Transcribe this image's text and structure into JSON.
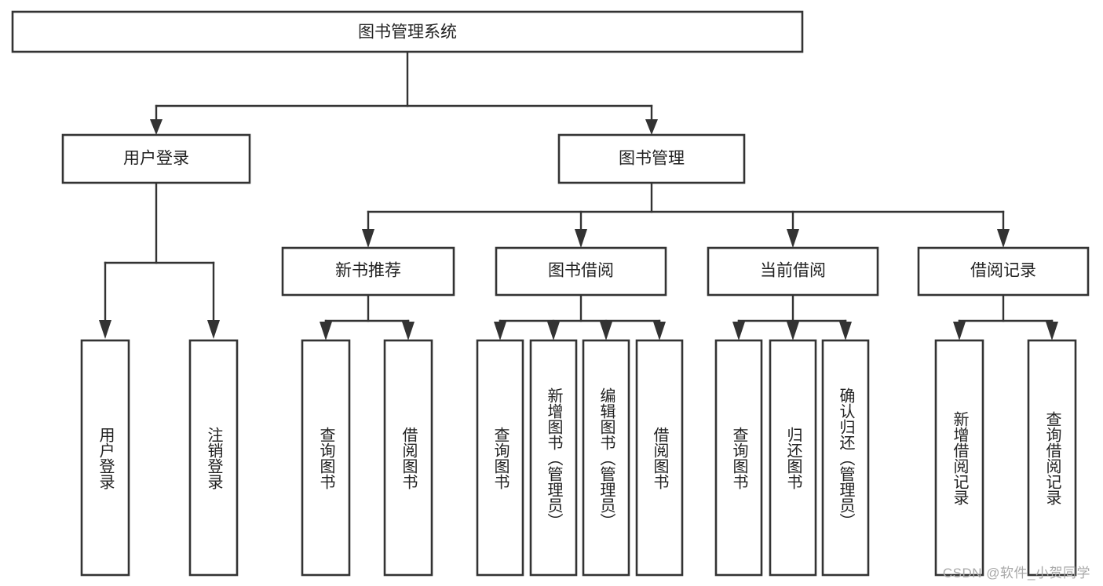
{
  "diagram": {
    "type": "tree",
    "title": "图书管理系统",
    "watermark": "CSDN @软件_小贺同学",
    "nodes": {
      "root": {
        "label": "图书管理系统",
        "level": 1,
        "orientation": "horizontal"
      },
      "user_login": {
        "label": "用户登录",
        "level": 2,
        "orientation": "horizontal"
      },
      "book_manage": {
        "label": "图书管理",
        "level": 2,
        "orientation": "horizontal"
      },
      "new_book_rec": {
        "label": "新书推荐",
        "level": 3,
        "orientation": "horizontal"
      },
      "book_borrow": {
        "label": "图书借阅",
        "level": 3,
        "orientation": "horizontal"
      },
      "current_borrow": {
        "label": "当前借阅",
        "level": 3,
        "orientation": "horizontal"
      },
      "borrow_record": {
        "label": "借阅记录",
        "level": 3,
        "orientation": "horizontal"
      },
      "leaf_user_login": {
        "label": "用户登录",
        "level": 4,
        "orientation": "vertical"
      },
      "leaf_logout": {
        "label": "注销登录",
        "level": 4,
        "orientation": "vertical"
      },
      "leaf_rec_query": {
        "label": "查询图书",
        "level": 4,
        "orientation": "vertical"
      },
      "leaf_rec_borrow": {
        "label": "借阅图书",
        "level": 4,
        "orientation": "vertical"
      },
      "leaf_borrow_query": {
        "label": "查询图书",
        "level": 4,
        "orientation": "vertical"
      },
      "leaf_add_book": {
        "label": "新增图书（管理员）",
        "level": 4,
        "orientation": "vertical"
      },
      "leaf_edit_book": {
        "label": "编辑图书（管理员）",
        "level": 4,
        "orientation": "vertical"
      },
      "leaf_borrow_book": {
        "label": "借阅图书",
        "level": 4,
        "orientation": "vertical"
      },
      "leaf_cur_query": {
        "label": "查询图书",
        "level": 4,
        "orientation": "vertical"
      },
      "leaf_return_book": {
        "label": "归还图书",
        "level": 4,
        "orientation": "vertical"
      },
      "leaf_confirm_return": {
        "label": "确认归还（管理员）",
        "level": 4,
        "orientation": "vertical"
      },
      "leaf_add_record": {
        "label": "新增借阅记录",
        "level": 4,
        "orientation": "vertical"
      },
      "leaf_query_record": {
        "label": "查询借阅记录",
        "level": 4,
        "orientation": "vertical"
      }
    },
    "edges": [
      {
        "from": "root",
        "to": "user_login"
      },
      {
        "from": "root",
        "to": "book_manage"
      },
      {
        "from": "user_login",
        "to": "leaf_user_login"
      },
      {
        "from": "user_login",
        "to": "leaf_logout"
      },
      {
        "from": "book_manage",
        "to": "new_book_rec"
      },
      {
        "from": "book_manage",
        "to": "book_borrow"
      },
      {
        "from": "book_manage",
        "to": "current_borrow"
      },
      {
        "from": "book_manage",
        "to": "borrow_record"
      },
      {
        "from": "new_book_rec",
        "to": "leaf_rec_query"
      },
      {
        "from": "new_book_rec",
        "to": "leaf_rec_borrow"
      },
      {
        "from": "book_borrow",
        "to": "leaf_borrow_query"
      },
      {
        "from": "book_borrow",
        "to": "leaf_add_book"
      },
      {
        "from": "book_borrow",
        "to": "leaf_edit_book"
      },
      {
        "from": "book_borrow",
        "to": "leaf_borrow_book"
      },
      {
        "from": "current_borrow",
        "to": "leaf_cur_query"
      },
      {
        "from": "current_borrow",
        "to": "leaf_return_book"
      },
      {
        "from": "current_borrow",
        "to": "leaf_confirm_return"
      },
      {
        "from": "borrow_record",
        "to": "leaf_add_record"
      },
      {
        "from": "borrow_record",
        "to": "leaf_query_record"
      }
    ],
    "colors": {
      "box_fill": "#ffffff",
      "box_stroke": "#333333",
      "text": "#222222",
      "watermark": "#a8a8a8"
    }
  }
}
